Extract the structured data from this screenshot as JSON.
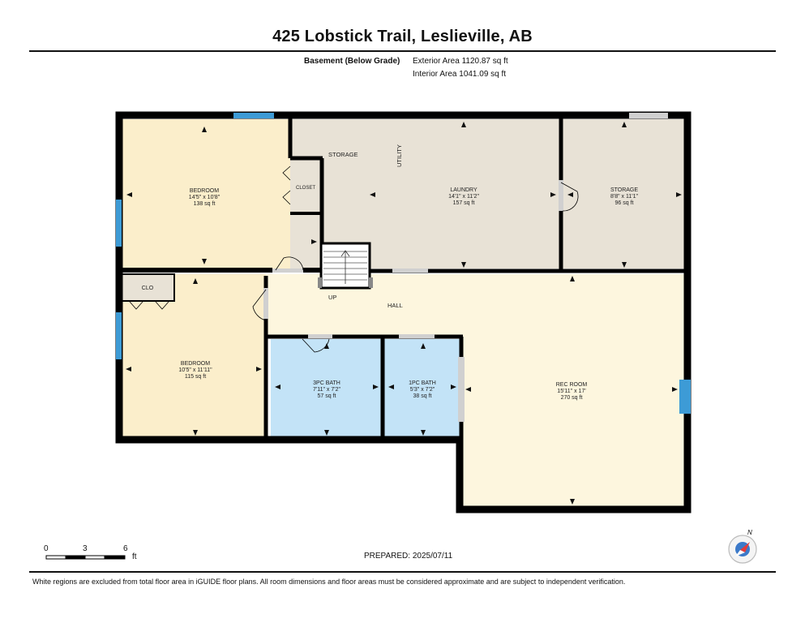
{
  "header": {
    "title": "425 Lobstick Trail, Leslieville, AB",
    "floor": "Basement (Below Grade)",
    "exterior_area": "Exterior Area 1120.87 sq ft",
    "interior_area": "Interior Area 1041.09 sq ft"
  },
  "rooms": {
    "bedroom1": {
      "name": "BEDROOM",
      "dims": "14'5\" x 10'8\"",
      "area": "138 sq ft"
    },
    "closet": {
      "name": "CLOSET"
    },
    "storage_left": {
      "name": "STORAGE"
    },
    "utility": {
      "name": "UTILITY"
    },
    "laundry": {
      "name": "LAUNDRY",
      "dims": "14'1\" x 11'2\"",
      "area": "157 sq ft"
    },
    "storage_right": {
      "name": "STORAGE",
      "dims": "8'8\" x 11'1\"",
      "area": "96 sq ft"
    },
    "clo": {
      "name": "CLO"
    },
    "up": {
      "name": "UP"
    },
    "hall": {
      "name": "HALL"
    },
    "bedroom2": {
      "name": "BEDROOM",
      "dims": "10'5\" x 11'11\"",
      "area": "115 sq ft"
    },
    "bath3": {
      "name": "3PC BATH",
      "dims": "7'11\" x 7'2\"",
      "area": "57 sq ft"
    },
    "bath1": {
      "name": "1PC BATH",
      "dims": "5'3\" x 7'2\"",
      "area": "38 sq ft"
    },
    "rec": {
      "name": "REC ROOM",
      "dims": "15'11\" x 17'",
      "area": "270 sq ft"
    }
  },
  "scale": {
    "ticks": [
      "0",
      "3",
      "6"
    ],
    "unit": "ft"
  },
  "compass": {
    "label": "N"
  },
  "prepared": "PREPARED: 2025/07/11",
  "footer": "White regions are excluded from total floor area in iGUIDE floor plans. All room dimensions and floor areas must be considered approximate and are subject to independent verification.",
  "colors": {
    "bedroom": "#fbeecb",
    "utility": "#e8e2d6",
    "hall": "#fdf6de",
    "bath": "#c3e3f7",
    "window": "#3d9bd6",
    "wall": "#000000"
  }
}
